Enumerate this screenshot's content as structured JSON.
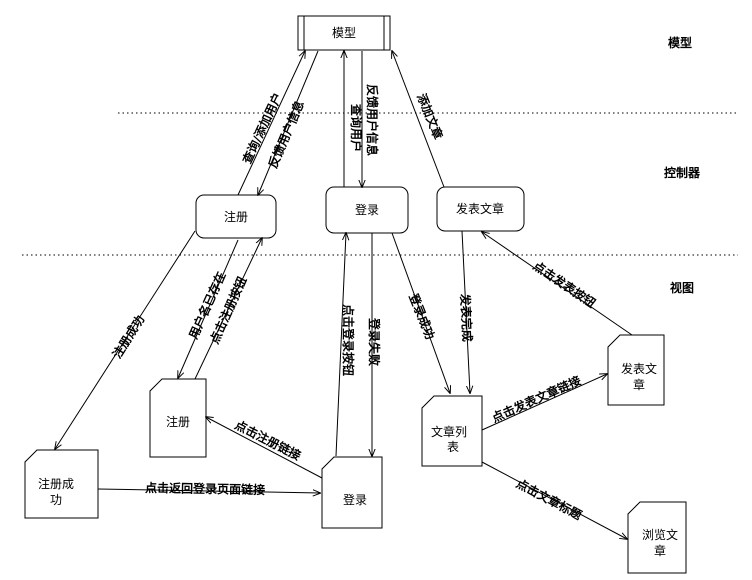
{
  "layers": {
    "model": "模型",
    "controller": "控制器",
    "view": "视图"
  },
  "nodes": {
    "model_box": "模型",
    "ctrl_register": "注册",
    "ctrl_login": "登录",
    "ctrl_publish": "发表文章",
    "view_register_success": [
      "注册成",
      "功"
    ],
    "view_register": "注册",
    "view_login": "登录",
    "view_article_list": [
      "文章列",
      "表"
    ],
    "view_publish": [
      "发表文",
      "章"
    ],
    "view_browse": [
      "浏览文",
      "章"
    ]
  },
  "edges": {
    "query_add_user": "查询/添加用户",
    "feedback_user_info_1": "反馈用户信息",
    "query_user": "查询用户",
    "feedback_user_info_2": "反馈用户信息",
    "add_article": "添加文章",
    "register_success": "注册成功",
    "username_exists": "用户名已存在",
    "click_register_button": "点击注册按钮",
    "login_failed": "登录失败",
    "click_login_button": "点击登录按钮",
    "login_success": "登录成功",
    "publish_done": "发表完成",
    "click_publish_button": "点击发表按钮",
    "click_register_link": "点击注册链接",
    "click_return_login_link": "点击返回登录页面链接",
    "click_publish_article_link": "点击发表文章链接",
    "click_article_title": "点击文章标题"
  }
}
